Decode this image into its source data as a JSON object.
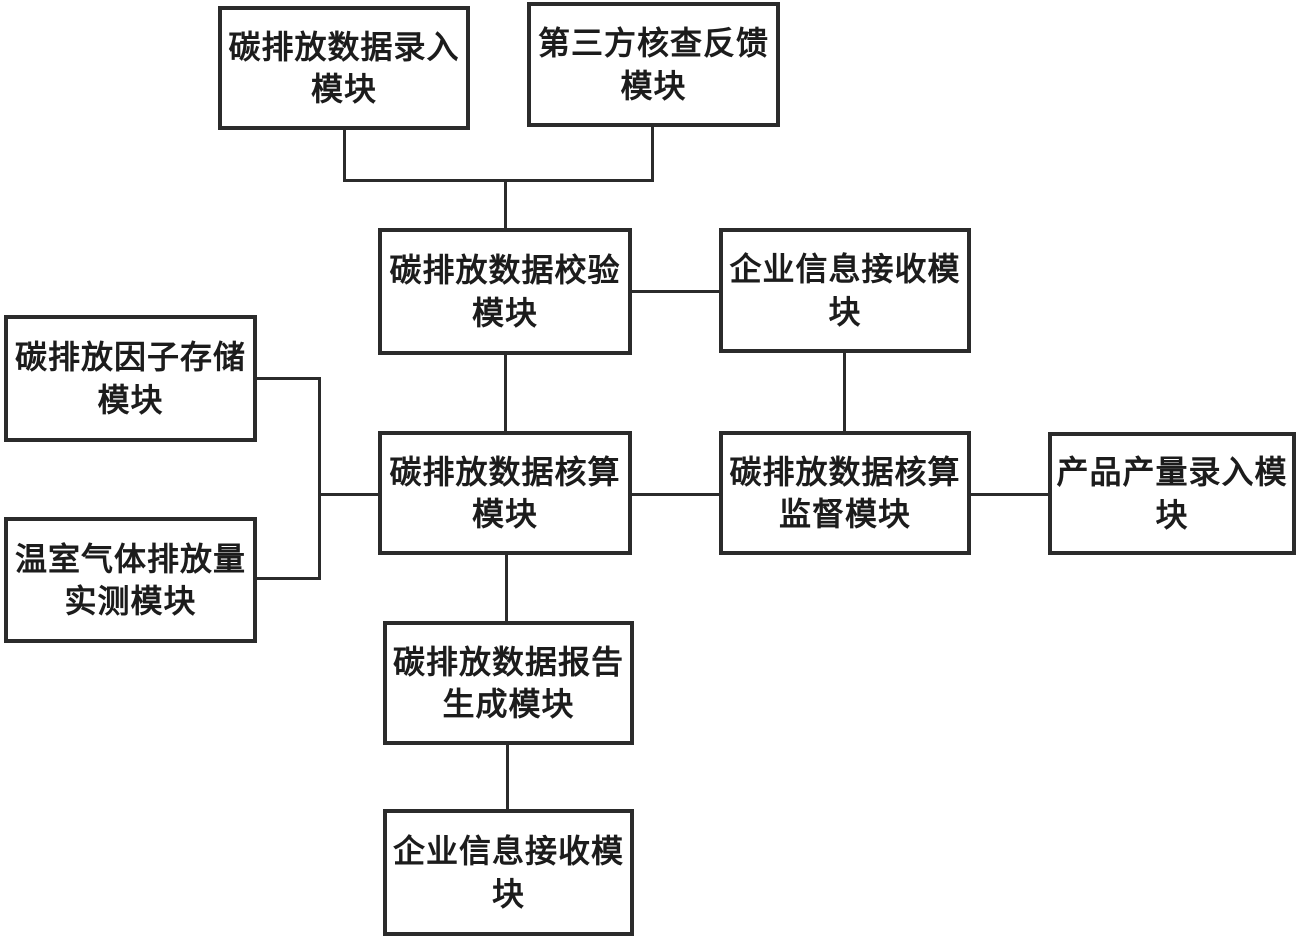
{
  "diagram": {
    "type": "block-diagram",
    "background_color": "#ffffff",
    "line_color": "#2b2b2b",
    "text_color": "#1c1c1c",
    "boxes": [
      {
        "id": "carbon-data-entry",
        "label": "碳排放数据录入模块",
        "lines": [
          "碳排放数据录入",
          "模块"
        ]
      },
      {
        "id": "third-party-verification-feedback",
        "label": "第三方核查反馈模块",
        "lines": [
          "第三方核查反馈",
          "模块"
        ]
      },
      {
        "id": "carbon-data-verification",
        "label": "碳排放数据校验模块",
        "lines": [
          "碳排放数据校验",
          "模块"
        ]
      },
      {
        "id": "enterprise-info-receiving-top",
        "label": "企业信息接收模块",
        "lines": [
          "企业信息接收模",
          "块"
        ]
      },
      {
        "id": "carbon-factor-storage",
        "label": "碳排放因子存储模块",
        "lines": [
          "碳排放因子存储",
          "模块"
        ]
      },
      {
        "id": "ghg-emission-measurement",
        "label": "温室气体排放量实测模块",
        "lines": [
          "温室气体排放量",
          "实测模块"
        ]
      },
      {
        "id": "carbon-data-accounting",
        "label": "碳排放数据核算模块",
        "lines": [
          "碳排放数据核算",
          "模块"
        ]
      },
      {
        "id": "accounting-supervision",
        "label": "碳排放数据核算监督模块",
        "lines": [
          "碳排放数据核算",
          "监督模块"
        ]
      },
      {
        "id": "product-output-entry",
        "label": "产品产量录入模块",
        "lines": [
          "产品产量录入模",
          "块"
        ]
      },
      {
        "id": "carbon-report-generation",
        "label": "碳排放数据报告生成模块",
        "lines": [
          "碳排放数据报告",
          "生成模块"
        ]
      },
      {
        "id": "enterprise-info-receiving-bottom",
        "label": "企业信息接收模块",
        "lines": [
          "企业信息接收模",
          "块"
        ]
      }
    ],
    "connections": [
      {
        "from": "carbon-data-entry",
        "to": "carbon-data-verification"
      },
      {
        "from": "third-party-verification-feedback",
        "to": "carbon-data-verification"
      },
      {
        "from": "carbon-data-verification",
        "to": "enterprise-info-receiving-top"
      },
      {
        "from": "carbon-data-verification",
        "to": "carbon-data-accounting"
      },
      {
        "from": "enterprise-info-receiving-top",
        "to": "accounting-supervision"
      },
      {
        "from": "carbon-factor-storage",
        "to": "carbon-data-accounting"
      },
      {
        "from": "ghg-emission-measurement",
        "to": "carbon-data-accounting"
      },
      {
        "from": "carbon-data-accounting",
        "to": "accounting-supervision"
      },
      {
        "from": "accounting-supervision",
        "to": "product-output-entry"
      },
      {
        "from": "carbon-data-accounting",
        "to": "carbon-report-generation"
      },
      {
        "from": "carbon-report-generation",
        "to": "enterprise-info-receiving-bottom"
      }
    ]
  }
}
